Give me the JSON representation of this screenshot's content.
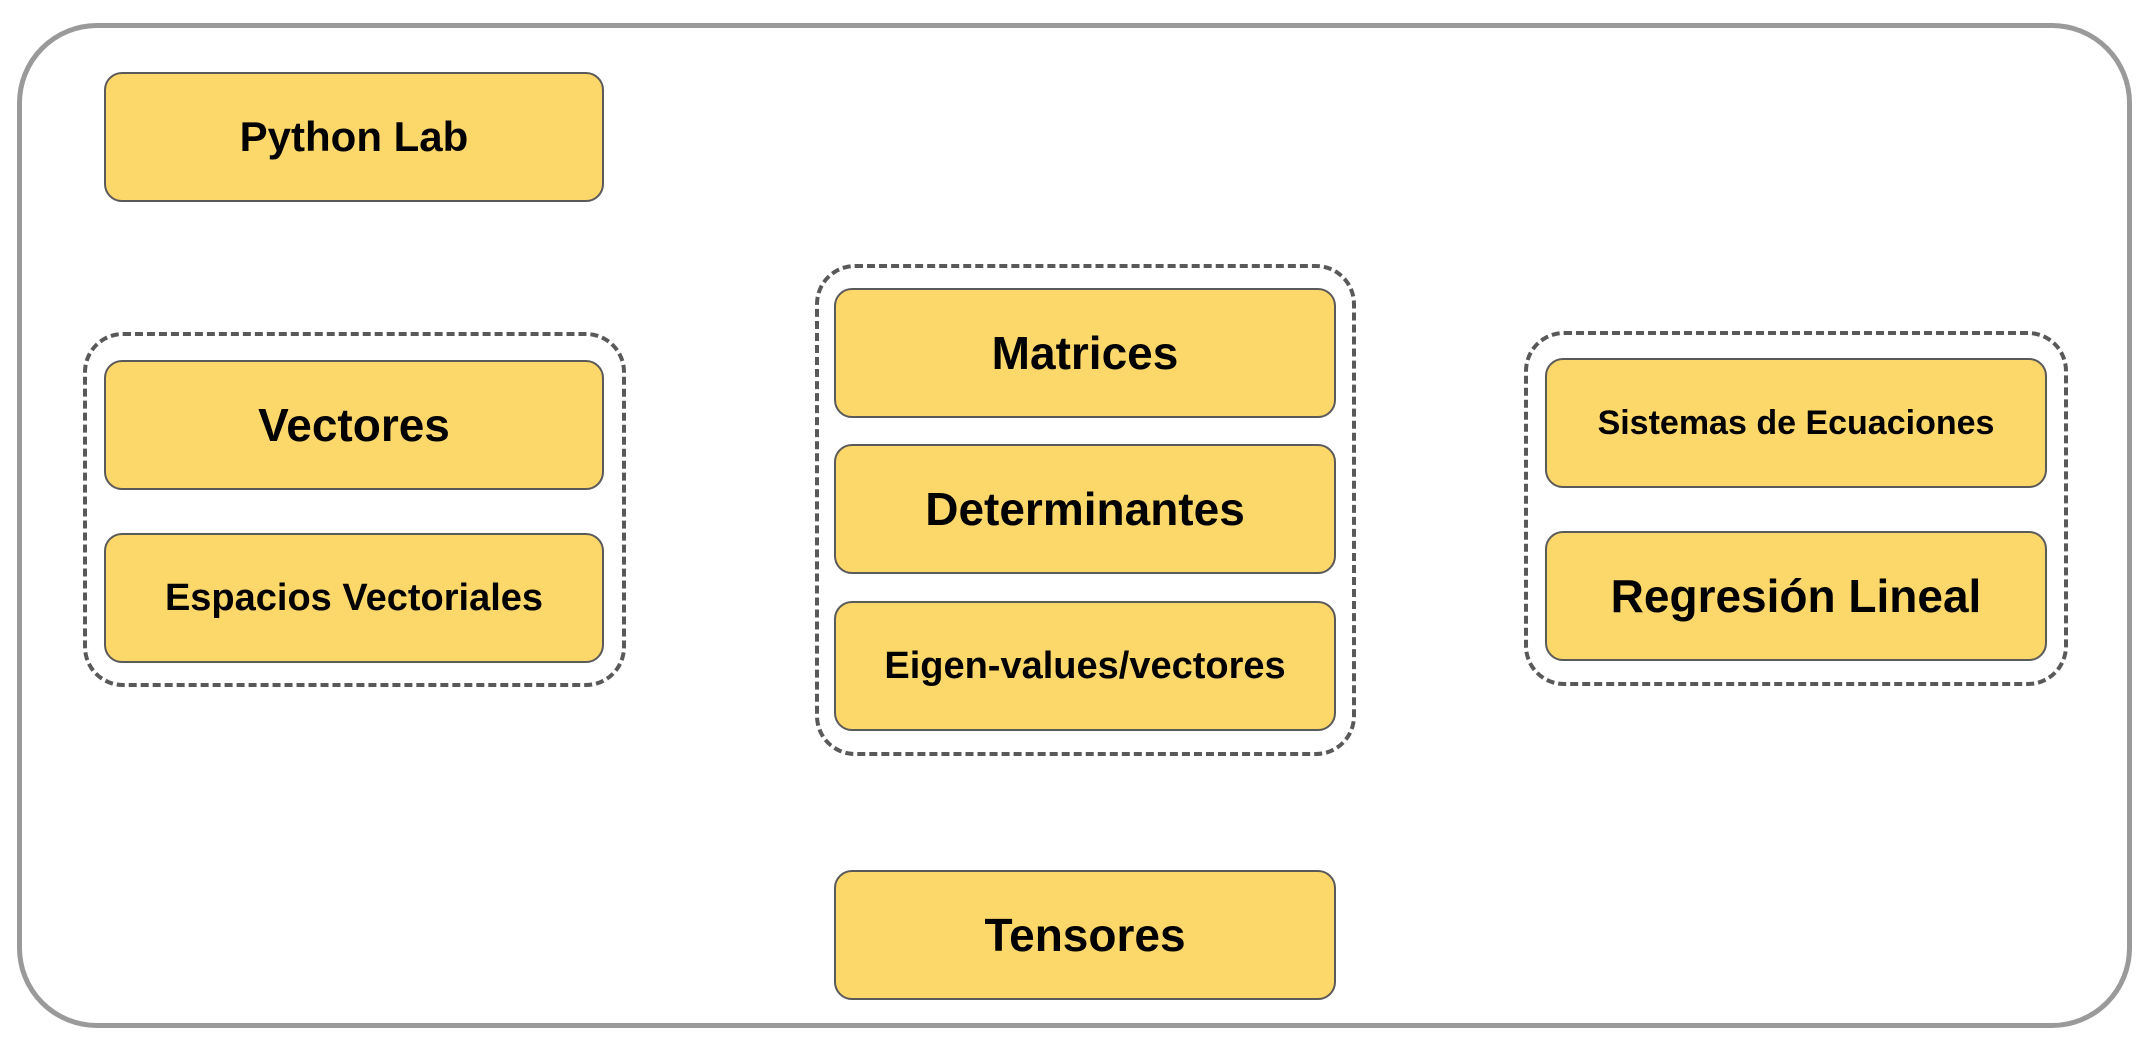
{
  "colors": {
    "box_fill": "#fcd76a",
    "box_border": "#5a5a5a",
    "group_border": "#595959",
    "frame_border": "#9a9a9a"
  },
  "header": {
    "title": "Python Lab"
  },
  "groups": {
    "left": {
      "items": [
        "Vectores",
        "Espacios Vectoriales"
      ]
    },
    "center": {
      "items": [
        "Matrices",
        "Determinantes",
        "Eigen-values/vectores"
      ]
    },
    "right": {
      "items": [
        "Sistemas de Ecuaciones",
        "Regresión Lineal"
      ]
    }
  },
  "standalone": {
    "tensors": "Tensores"
  }
}
